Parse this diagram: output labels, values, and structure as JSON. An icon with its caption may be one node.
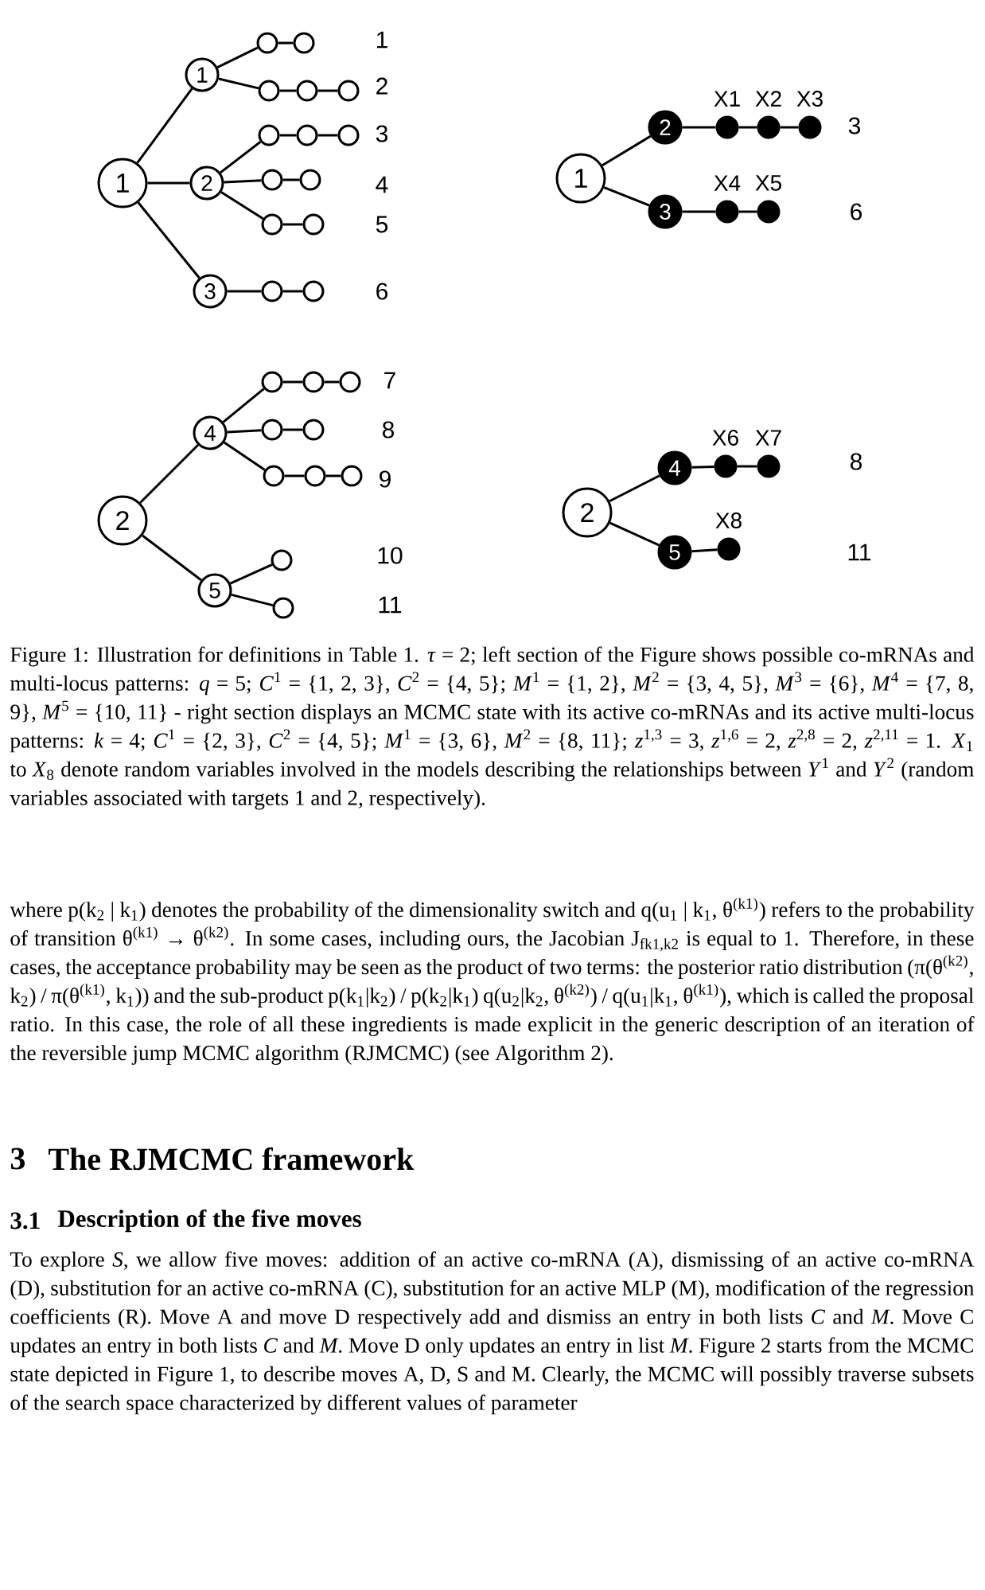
{
  "diagram": {
    "caption": "Figure 1: Illustration for definitions in Table 1. *τ* = 2; left section of the Figure shows possible co-mRNAs and multi-locus patterns: *q* = 5; *C*$^{1}$ = {1, 2, 3}, *C*$^{2}$ = {4, 5}; *M*$^{1}$ = {1, 2}, *M*$^{2}$ = {3, 4, 5}, *M*$^{3}$ = {6}, *M*$^{4}$ = {7, 8, 9}, *M*$^{5}$ = {10, 11} - right section displays an MCMC state with its active co-mRNAs and its active multi-locus patterns: *k* = 4; *C*$^{1}$ = {2, 3}, *C*$^{2}$ = {4, 5}; *M*$^{1}$ = {3, 6}, *M*$^{2}$ = {8, 11}; *z*$^{1,3}$ = 3, *z*$^{1,6}$ = 2, *z*$^{2,8}$ = 2, *z*$^{2,11}$ = 1. *X*$_{1}$ to *X*$_{8}$ denote random variables involved in the models describing the relationships between *Y*$^{1}$ and *Y*$^{2}$ (random variables associated with targets 1 and 2, respectively).",
    "nodes": [
      {
        "text": [
          "1"
        ]
      },
      {
        "text": [
          "1"
        ]
      },
      {
        "text": [
          "2"
        ]
      },
      {
        "text": [
          "3"
        ]
      },
      {
        "text": [],
        "shape": "circle"
      },
      {
        "text": [],
        "shape": "circle"
      },
      {
        "text": [],
        "shape": "circle"
      },
      {
        "text": [],
        "shape": "circle"
      },
      {
        "text": [],
        "shape": "circle"
      },
      {
        "text": [],
        "shape": "circle"
      },
      {
        "text": [],
        "shape": "circle"
      },
      {
        "text": [],
        "shape": "circle"
      },
      {
        "text": [],
        "shape": "circle"
      },
      {
        "text": [],
        "shape": "circle"
      },
      {
        "text": [],
        "shape": "circle"
      },
      {
        "text": [],
        "shape": "circle"
      },
      {
        "text": [],
        "shape": "circle"
      },
      {
        "text": [],
        "shape": "circle"
      },
      {
        "text": [
          "2"
        ]
      },
      {
        "text": [
          "4"
        ]
      },
      {
        "text": [
          "5"
        ]
      },
      {
        "text": [],
        "shape": "circle"
      },
      {
        "text": [],
        "shape": "circle"
      },
      {
        "text": [],
        "shape": "circle"
      },
      {
        "text": [],
        "shape": "circle"
      },
      {
        "text": [],
        "shape": "circle"
      },
      {
        "text": [],
        "shape": "circle"
      },
      {
        "text": [],
        "shape": "circle"
      },
      {
        "text": [],
        "shape": "circle"
      },
      {
        "text": [],
        "shape": "circle"
      },
      {
        "text": [],
        "shape": "circle"
      },
      {
        "text": [
          "1"
        ]
      },
      {
        "text": [
          "2"
        ]
      },
      {
        "text": [
          "3"
        ]
      },
      {
        "text": [],
        "shape": "circle",
        "beside": [
          "X1"
        ]
      },
      {
        "text": [],
        "shape": "circle",
        "beside": [
          "X2"
        ]
      },
      {
        "text": [],
        "shape": "circle",
        "beside": [
          "X3"
        ]
      },
      {
        "text": [],
        "shape": "circle",
        "beside": [
          "X4"
        ]
      },
      {
        "text": [],
        "shape": "circle",
        "beside": [
          "X5"
        ]
      },
      {
        "text": [
          "2"
        ]
      },
      {
        "text": [
          "4"
        ]
      },
      {
        "text": [
          "5"
        ]
      },
      {
        "text": [],
        "shape": "circle",
        "beside": [
          "X6"
        ]
      },
      {
        "text": [],
        "shape": "circle",
        "beside": [
          "X7"
        ]
      },
      {
        "text": [],
        "shape": "circle",
        "beside": [
          "X8"
        ]
      }
    ],
    "edges": [
      {
        "from": 0,
        "to": 1,
        "arrow": "none"
      },
      {
        "from": 0,
        "to": 2,
        "arrow": "none"
      },
      {
        "from": 0,
        "to": 3,
        "arrow": "none"
      },
      {
        "from": 1,
        "to": 4,
        "arrow": "none"
      },
      {
        "from": 4,
        "to": 5,
        "arrow": "none"
      },
      {
        "from": 1,
        "to": 6,
        "arrow": "none"
      },
      {
        "from": 6,
        "to": 7,
        "arrow": "none"
      },
      {
        "from": 7,
        "to": 8,
        "arrow": "none"
      },
      {
        "from": 2,
        "to": 9,
        "arrow": "none"
      },
      {
        "from": 9,
        "to": 10,
        "arrow": "none"
      },
      {
        "from": 10,
        "to": 11,
        "arrow": "none"
      },
      {
        "from": 2,
        "to": 12,
        "arrow": "none"
      },
      {
        "from": 12,
        "to": 13,
        "arrow": "none"
      },
      {
        "from": 2,
        "to": 14,
        "arrow": "none"
      },
      {
        "from": 14,
        "to": 15,
        "arrow": "none"
      },
      {
        "from": 3,
        "to": 16,
        "arrow": "none"
      },
      {
        "from": 16,
        "to": 17,
        "arrow": "none"
      },
      {
        "from": 18,
        "to": 19,
        "arrow": "none"
      },
      {
        "from": 18,
        "to": 20,
        "arrow": "none"
      },
      {
        "from": 19,
        "to": 21,
        "arrow": "none"
      },
      {
        "from": 21,
        "to": 22,
        "arrow": "none"
      },
      {
        "from": 22,
        "to": 23,
        "arrow": "none"
      },
      {
        "from": 19,
        "to": 24,
        "arrow": "none"
      },
      {
        "from": 24,
        "to": 25,
        "arrow": "none"
      },
      {
        "from": 19,
        "to": 26,
        "arrow": "none"
      },
      {
        "from": 26,
        "to": 27,
        "arrow": "none"
      },
      {
        "from": 27,
        "to": 28,
        "arrow": "none"
      },
      {
        "from": 20,
        "to": 29,
        "arrow": "none"
      },
      {
        "from": 20,
        "to": 30,
        "arrow": "none"
      },
      {
        "from": 31,
        "to": 32,
        "arrow": "none"
      },
      {
        "from": 31,
        "to": 33,
        "arrow": "none"
      },
      {
        "from": 32,
        "to": 34,
        "arrow": "none"
      },
      {
        "from": 34,
        "to": 35,
        "arrow": "none"
      },
      {
        "from": 35,
        "to": 36,
        "arrow": "none"
      },
      {
        "from": 33,
        "to": 37,
        "arrow": "none"
      },
      {
        "from": 37,
        "to": 38,
        "arrow": "none"
      },
      {
        "from": 39,
        "to": 40,
        "arrow": "none"
      },
      {
        "from": 39,
        "to": 41,
        "arrow": "none"
      },
      {
        "from": 40,
        "to": 42,
        "arrow": "none"
      },
      {
        "from": 42,
        "to": 43,
        "arrow": "none"
      },
      {
        "from": 41,
        "to": 44,
        "arrow": "none"
      }
    ],
    "labels": [
      "1",
      "2",
      "3",
      "4",
      "5",
      "6",
      "3",
      "6",
      "7",
      "8",
      "9",
      "8",
      "10",
      "11",
      "11",
      "where p(k$_{2}$ | k$_{1}$) denotes the probability of the dimensionality switch and q(u$_{1}$ | k$_{1}$, θ$^{(k1)}$) refers to the probability of transition θ$^{(k1)}$ → θ$^{(k2)}$. In some cases, including ours, the Jacobian J$_{fk1,k2}$ is equal to 1. Therefore, in these cases, the acceptance probability may be seen as the product of two terms: the posterior ratio distribution (π(θ$^{(k2)}$, k$_{2}$) / π(θ$^{(k1)}$, k$_{1}$)) and the sub-product p(k$_{1}$|k$_{2}$) / p(k$_{2}$|k$_{1}$) q(u$_{2}$|k$_{2}$, θ$^{(k2)}$) / q(u$_{1}$|k$_{1}$, θ$^{(k1)}$), which is called the proposal ratio. In this case, the role of all these ingredients is made explicit in the generic description of an iteration of the reversible jump MCMC algorithm (RJMCMC) (see Algorithm 2).",
      "3",
      "The RJMCMC framework",
      "3.1",
      "Description of the five moves",
      "To explore *S*, we allow five moves: addition of an active co-mRNA (A), dismissing of an active co-mRNA (D), substitution for an active co-mRNA (C), substitution for an active MLP (M), modification of the regression coefficients (R). Move A and move D respectively add and dismiss an entry in both lists *C* and *M*. Move C updates an entry in both lists *C* and *M*. Move D only updates an entry in list *M*. Figure 2 starts from the MCMC state depicted in Figure 1, to describe moves A, D, S and M. Clearly, the MCMC will possibly traverse subsets of the search space characterized by different values of parameter"
    ]
  }
}
